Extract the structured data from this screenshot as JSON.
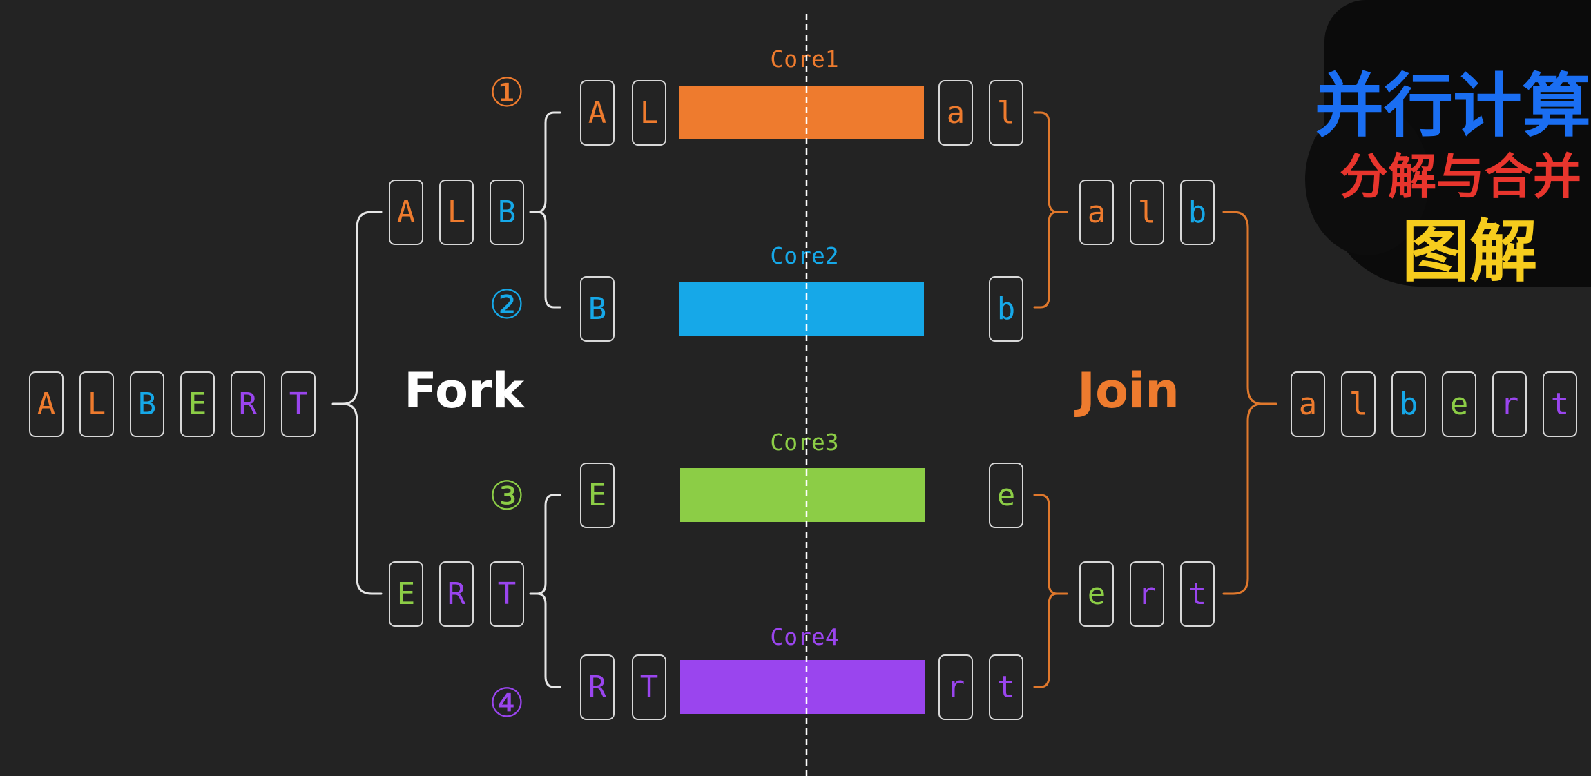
{
  "colors": {
    "orange": "#ee7b2e",
    "blue": "#16a8e8",
    "green": "#8ccd46",
    "purple": "#9a45ee",
    "white": "#ffffff",
    "line_white": "#e6e6e6",
    "line_orange": "#e0782c",
    "title_blue": "#1a6ef2",
    "title_red": "#e8352d",
    "title_yellow": "#f6cc1d"
  },
  "source": {
    "letters": [
      {
        "ch": "A",
        "color": "orange"
      },
      {
        "ch": "L",
        "color": "orange"
      },
      {
        "ch": "B",
        "color": "blue"
      },
      {
        "ch": "E",
        "color": "green"
      },
      {
        "ch": "R",
        "color": "purple"
      },
      {
        "ch": "T",
        "color": "purple"
      }
    ]
  },
  "fork_label": "Fork",
  "join_label": "Join",
  "fork_groups": [
    {
      "letters": [
        {
          "ch": "A",
          "color": "orange"
        },
        {
          "ch": "L",
          "color": "orange"
        },
        {
          "ch": "B",
          "color": "blue"
        }
      ]
    },
    {
      "letters": [
        {
          "ch": "E",
          "color": "green"
        },
        {
          "ch": "R",
          "color": "purple"
        },
        {
          "ch": "T",
          "color": "purple"
        }
      ]
    }
  ],
  "cores": [
    {
      "number": "①",
      "label": "Core1",
      "color": "orange",
      "input": [
        "A",
        "L"
      ],
      "output": [
        "a",
        "l"
      ]
    },
    {
      "number": "②",
      "label": "Core2",
      "color": "blue",
      "input": [
        "B"
      ],
      "output": [
        "b"
      ]
    },
    {
      "number": "③",
      "label": "Core3",
      "color": "green",
      "input": [
        "E"
      ],
      "output": [
        "e"
      ]
    },
    {
      "number": "④",
      "label": "Core4",
      "color": "purple",
      "input": [
        "R",
        "T"
      ],
      "output": [
        "r",
        "t"
      ]
    }
  ],
  "join_groups": [
    {
      "letters": [
        {
          "ch": "a",
          "color": "orange"
        },
        {
          "ch": "l",
          "color": "orange"
        },
        {
          "ch": "b",
          "color": "blue"
        }
      ]
    },
    {
      "letters": [
        {
          "ch": "e",
          "color": "green"
        },
        {
          "ch": "r",
          "color": "purple"
        },
        {
          "ch": "t",
          "color": "purple"
        }
      ]
    }
  ],
  "result": {
    "letters": [
      {
        "ch": "a",
        "color": "orange"
      },
      {
        "ch": "l",
        "color": "orange"
      },
      {
        "ch": "b",
        "color": "blue"
      },
      {
        "ch": "e",
        "color": "green"
      },
      {
        "ch": "r",
        "color": "purple"
      },
      {
        "ch": "t",
        "color": "purple"
      }
    ]
  },
  "title": {
    "line1": "并行计算",
    "line2": "分解与合并",
    "line3": "图解"
  }
}
